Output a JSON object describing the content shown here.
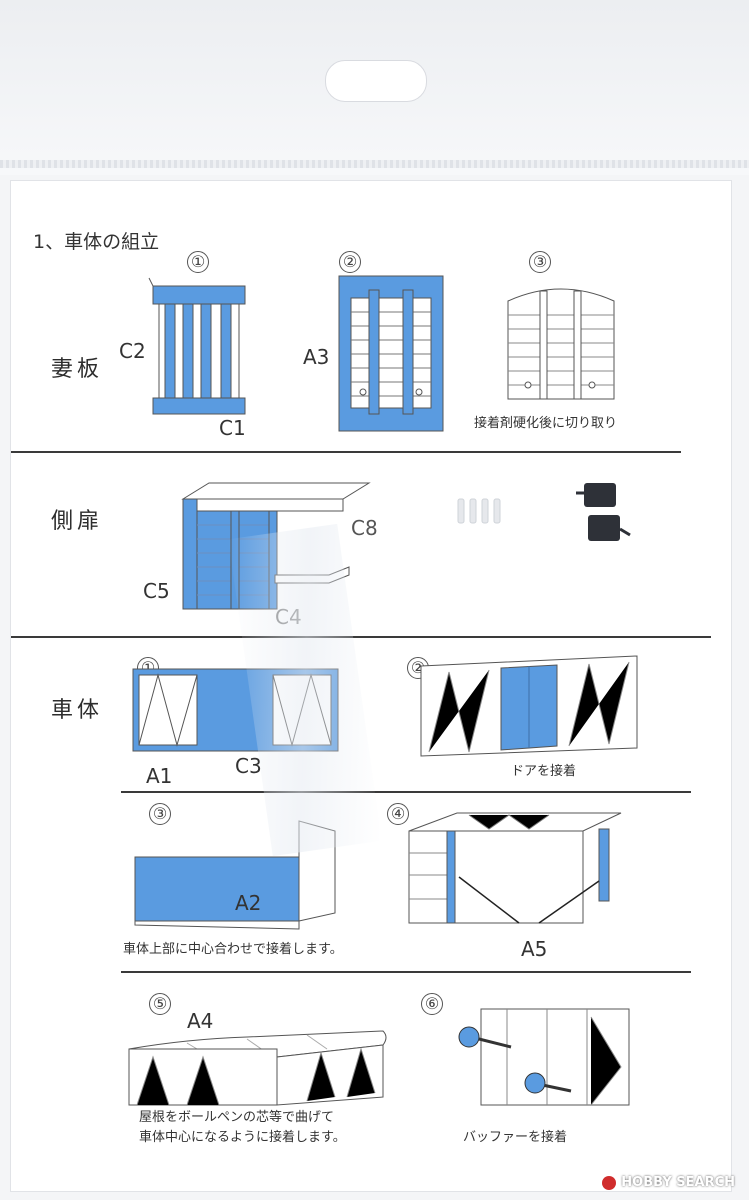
{
  "heading": "1、車体の組立",
  "sections": {
    "tsumaita": "妻板",
    "sokuhi": "側扉",
    "shatai": "車体"
  },
  "steps": [
    "①",
    "②",
    "③",
    "④",
    "⑤",
    "⑥"
  ],
  "parts": {
    "c2": "C2",
    "c1": "C1",
    "a3": "A3",
    "c8": "C8",
    "c5": "C5",
    "c4": "C4",
    "a1": "A1",
    "c3": "C3",
    "a2": "A2",
    "a5": "A5",
    "a4": "A4"
  },
  "notes": {
    "cut_after_cure": "接着剤硬化後に切り取り",
    "glue_door": "ドアを接着",
    "center_upper": "車体上部に中心合わせで接着します。",
    "roof_line1": "屋根をボールペンの芯等で曲げて",
    "roof_line2": "車体中心になるように接着します。",
    "glue_buffer": "バッファーを接着"
  },
  "watermark": "HOBBY SEARCH",
  "colors": {
    "highlight": "#5a9be0",
    "line": "#3a3a3a",
    "paper": "#ffffff"
  }
}
